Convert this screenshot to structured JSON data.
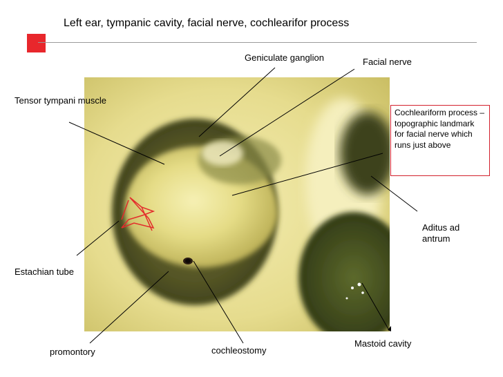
{
  "title": "Left ear, tympanic cavity, facial nerve, cochlearifor process",
  "colors": {
    "accent_square": "#e8272c",
    "callout_border": "#d21f2b",
    "rule": "#9a9a9a",
    "leader_line": "#000000"
  },
  "labels": {
    "geniculate_ganglion": "Geniculate ganglion",
    "facial_nerve": "Facial nerve",
    "tensor_tympani": "Tensor tympani muscle",
    "cochleariform": "Cochleariform process – topographic landmark for facial nerve which runs just above",
    "aditus": "Aditus ad antrum",
    "estachian_tube": "Estachian tube",
    "mastoid_cavity": "Mastoid cavity",
    "promontory": "promontory",
    "cochleostomy": "cochleostomy"
  }
}
